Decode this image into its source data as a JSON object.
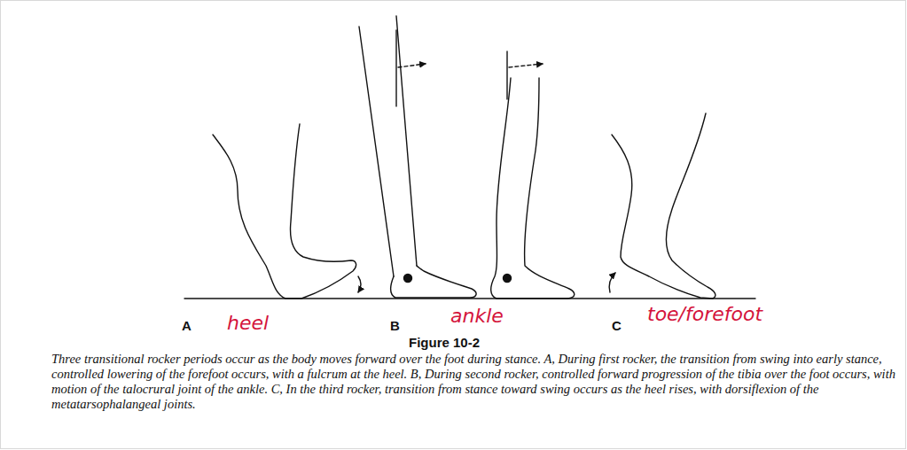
{
  "diagram": {
    "title": "Figure 10-2",
    "caption": "Three transitional rocker periods occur as the body moves forward over the foot during stance. A, During first rocker, the transition from swing into early stance, controlled lowering of the forefoot occurs, with a fulcrum at the heel. B, During second rocker, controlled forward progression of the tibia over the foot occurs, with motion of the talocrural joint of the ankle. C, In the third rocker, transition from stance toward swing occurs as the heel rises, with dorsiflexion of the metatarsophalangeal joints.",
    "labels": [
      "A",
      "heel",
      "B",
      "ankle",
      "C",
      "toe/forefoot"
    ]
  }
}
